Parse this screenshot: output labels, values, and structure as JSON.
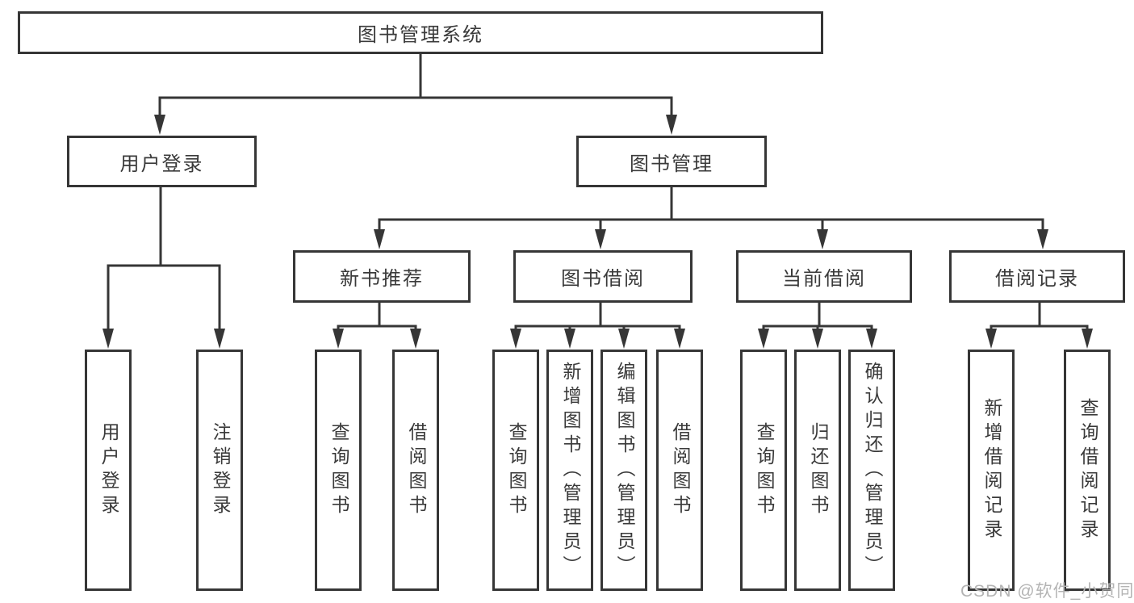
{
  "diagram": {
    "root": "图书管理系统",
    "branches": {
      "user_login": "用户登录",
      "book_mgmt": "图书管理"
    },
    "level2": [
      "新书推荐",
      "图书借阅",
      "当前借阅",
      "借阅记录"
    ],
    "leaves": {
      "user_login": [
        "用户登录",
        "注销登录"
      ],
      "new_book": [
        "查询图书",
        "借阅图书"
      ],
      "borrow": [
        "查询图书",
        "新增图书（管理员）",
        "编辑图书（管理员）",
        "借阅图书"
      ],
      "current": [
        "查询图书",
        "归还图书",
        "确认归还（管理员）"
      ],
      "records": [
        "新增借阅记录",
        "查询借阅记录"
      ]
    }
  },
  "watermark": "CSDN @软件_小贺同学",
  "colors": {
    "line": "#363636",
    "text": "#3a3a3a",
    "watermark": "#b4b4b4",
    "background": "#ffffff"
  }
}
